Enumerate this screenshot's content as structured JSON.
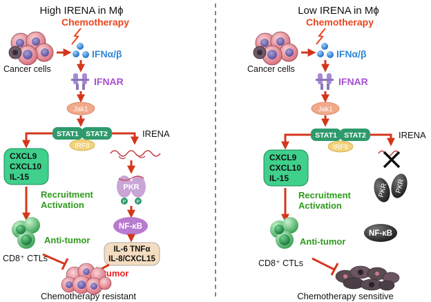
{
  "panels": [
    {
      "heading": "High IRENA in Mϕ",
      "chemotherapy": "Chemotherapy",
      "ifn": "IFNα/β",
      "cancer_cells": "Cancer cells",
      "ifnar": "IFNAR",
      "jak1": "Jak1",
      "stat1": "STAT1",
      "stat2": "STAT2",
      "irf9": "IRF9",
      "irena": "IRENA",
      "chemokines": [
        "CXCL9",
        "CXCL10",
        "IL-15"
      ],
      "recruitment": "Recruitment",
      "activation": "Activation",
      "anti_tumor": "Anti-tumor",
      "ctls": "CD8⁺ CTLs",
      "pkr": "PKR",
      "p": "P",
      "nfkb": "NF-κB",
      "cytokines_line1": "IL-6 TNFα",
      "cytokines_line2": "IL-8/CXCL15",
      "pro_tumor": "Pro-tumor",
      "outcome": "Chemotherapy resistant"
    },
    {
      "heading": "Low IRENA in Mϕ",
      "chemotherapy": "Chemotherapy",
      "ifn": "IFNα/β",
      "cancer_cells": "Cancer cells",
      "ifnar": "IFNAR",
      "jak1": "Jak1",
      "stat1": "STAT1",
      "stat2": "STAT2",
      "irf9": "IRF9",
      "irena": "IRENA",
      "chemokines": [
        "CXCL9",
        "CXCL10",
        "IL-15"
      ],
      "recruitment": "Recruitment",
      "activation": "Activation",
      "anti_tumor": "Anti-tumor",
      "ctls": "CD8⁺ CTLs",
      "pkr": "PKR",
      "nfkb": "NF-κB",
      "outcome": "Chemotherapy sensitive"
    }
  ],
  "colors": {
    "chemo": "#e8451e",
    "ifn": "#2f86d6",
    "ifnar": "#a64fd0",
    "arrow": "#d4361c",
    "green_text": "#2e9a1c",
    "red_text": "#e8201e",
    "stat": "#2f9a6c",
    "chemokine_box": "#3fd08c",
    "nfkb": "#b77bcf",
    "cytokine_box": "#f4dcc0",
    "dark": "#3a3a3a"
  }
}
